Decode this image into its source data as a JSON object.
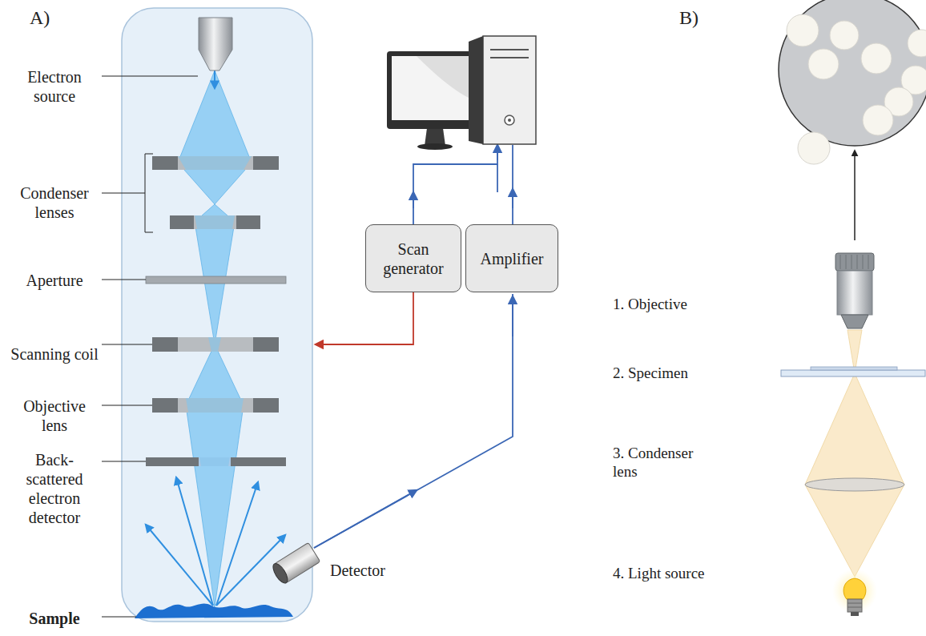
{
  "diagram": {
    "nodes": [
      {
        "text": [
          "Scan generator"
        ]
      },
      {
        "text": [
          "Amplifier"
        ]
      }
    ],
    "labels": [
      "A)",
      "Electron source",
      "Condenser lenses",
      "Aperture",
      "Scanning coil",
      "Objective lens",
      "Back-scattered electron detector",
      "Sample",
      "Detector",
      "B)",
      "1. Objective",
      "2. Specimen",
      "3. Condenser lens",
      "4. Light source"
    ]
  }
}
